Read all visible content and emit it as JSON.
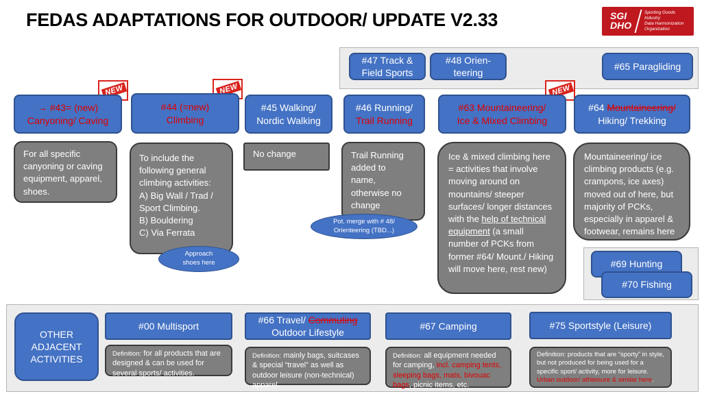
{
  "title": "FEDAS ADAPTATIONS FOR OUTDOOR/  UPDATE V2.33",
  "logo": {
    "mark": "SGI DHO",
    "lines": [
      "Sporting Goods",
      "Industry",
      "Data Harmonization",
      "Organization"
    ]
  },
  "badge_text": "NEW",
  "top": {
    "b47": [
      "#47 Track &",
      "Field Sports"
    ],
    "b48": [
      "#48 Orien-",
      "teering"
    ],
    "b65": "#65 Paragliding"
  },
  "main": {
    "b43": {
      "line1": "→ #43= (new)",
      "line2": "Canyoning/ Caving"
    },
    "b44": {
      "line1": "#44 (=new)",
      "line2": "Climbing"
    },
    "b45": {
      "line1": "#45 Walking/",
      "line2": "Nordic Walking"
    },
    "b46": {
      "line1": "#46 Running/",
      "line2": "Trail Running"
    },
    "b63": {
      "line1": "#63 Mountaineering/",
      "line2": "Ice & Mixed Climbing"
    },
    "b64": {
      "num": "#64 ",
      "struck": "Mountaineering/",
      "line2": "Hiking/ Trekking"
    }
  },
  "notes": {
    "n43": "For all specific canyoning or caving equipment, apparel, shoes.",
    "n44": [
      "To include the",
      "following general",
      "climbing activities:",
      "A) Big Wall / Trad /",
      "Sport Climbing.",
      "B) Bouldering",
      "C) Via Ferrata"
    ],
    "n45": "No change",
    "n46": [
      "Trail Running",
      "added to",
      "name,",
      "otherwise no",
      "change"
    ],
    "n63": {
      "before": "Ice & mixed climbing here = activities that involve moving around on mountains/ steeper surfaces/ longer distances with the ",
      "link": "help of technical equipment",
      "after": " (a small number of PCKs from former #64/ Mount./ Hiking will move here, rest new)"
    },
    "n64": "Mountaineering/ ice climbing products (e.g. crampons, ice axes) moved out of here, but majority of PCKs, especially in apparel & footwear, remains here"
  },
  "ovals": {
    "approach": [
      "Approach",
      "shoes here"
    ],
    "merge": [
      "Pot. merge with # 48/",
      "Orienteering (TBD...)"
    ]
  },
  "right": {
    "b69": "#69 Hunting",
    "b70": "#70 Fishing"
  },
  "bottom": {
    "other": [
      "OTHER",
      "ADJACENT",
      "ACTIVITIES"
    ],
    "b00": "#00 Multisport",
    "b66": {
      "num": "#66 Travel/ ",
      "struck": "Commuting",
      "line2": "Outdoor Lifestyle"
    },
    "b67": "#67 Camping",
    "b75": "#75 Sportstyle (Leisure)",
    "d00": {
      "label": "Definition:",
      "text": "for all products that are designed & can be used for several sports/ activities."
    },
    "d66": {
      "label": "Definition:",
      "text": "mainly bags, suitcases & special “travel” as well as outdoor leisure (non-technical) apparel."
    },
    "d67": {
      "label": "Definition:",
      "text1": "all equipment needed for camping, ",
      "red": "incl. camping tents, sleeping bags,  mats, bivouac bags",
      "text2": ", picnic items, etc."
    },
    "d75": {
      "label": "Definition:",
      "text": "products that are “sporty” in style, but not produced for being used for a specific sport/ activity, more for leisure.",
      "red": "Urban outdoor/ athleisure & similar here",
      "end": "."
    }
  },
  "colors": {
    "blue": "#4472c4",
    "gray": "#7f7f7f",
    "red": "#e00000",
    "logo": "#c0181f"
  }
}
